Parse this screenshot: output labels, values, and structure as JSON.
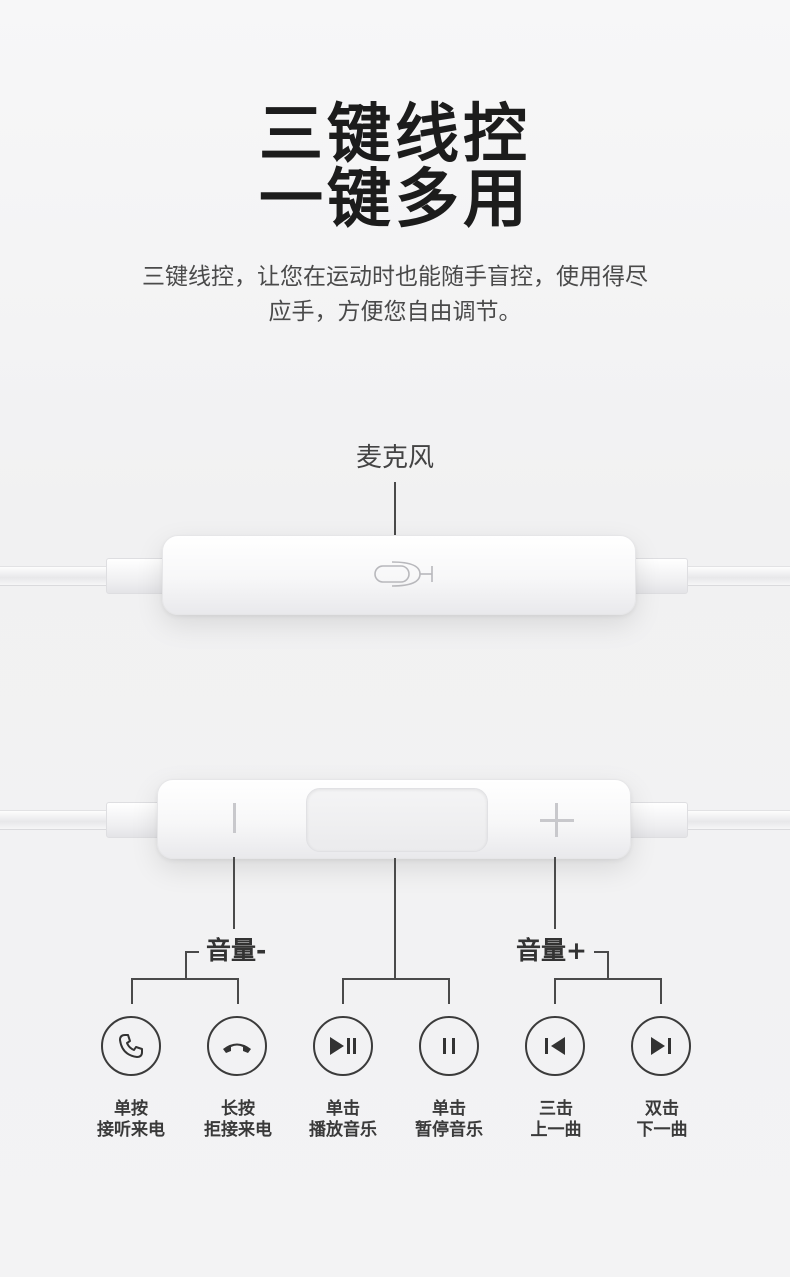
{
  "title": {
    "line1": "三键线控",
    "line2": "一键多用"
  },
  "description": {
    "line1": "三键线控，让您在运动时也能随手盲控，使用得尽",
    "line2": "应手，方便您自由调节。"
  },
  "mic_label": "麦克风",
  "volume_down_label": "音量-",
  "volume_up_label": "音量+",
  "controls": [
    {
      "icon": "phone-answer-icon",
      "line1": "单按",
      "line2": "接听来电"
    },
    {
      "icon": "phone-hangup-icon",
      "line1": "长按",
      "line2": "拒接来电"
    },
    {
      "icon": "play-pause-icon",
      "line1": "单击",
      "line2": "播放音乐"
    },
    {
      "icon": "pause-icon",
      "line1": "单击",
      "line2": "暂停音乐"
    },
    {
      "icon": "previous-track-icon",
      "line1": "三击",
      "line2": "上一曲"
    },
    {
      "icon": "next-track-icon",
      "line1": "双击",
      "line2": "下一曲"
    }
  ],
  "colors": {
    "line": "#4a4a4a",
    "text": "#2b2b2b",
    "remote_body": "#f7f7f8"
  }
}
